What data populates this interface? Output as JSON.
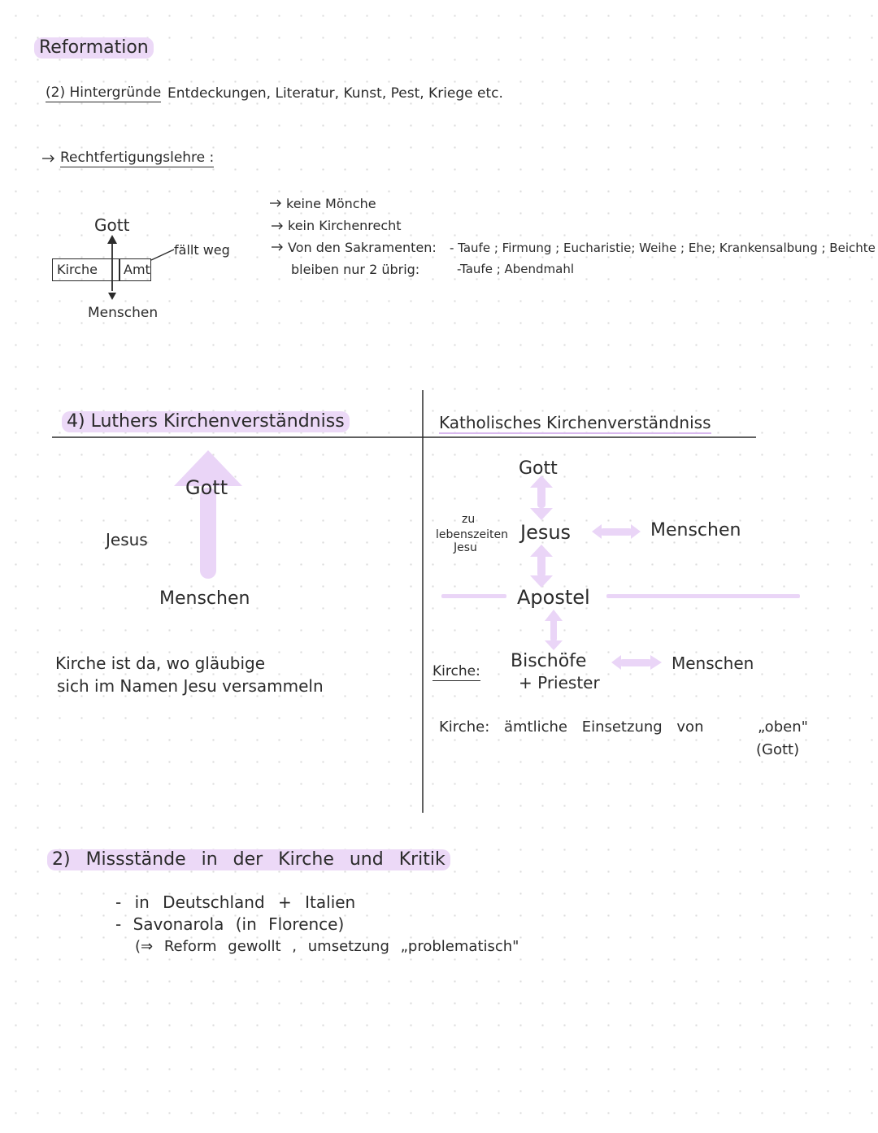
{
  "title": "Reformation",
  "section_background": {
    "heading": "(2) Hintergründe",
    "text": "Entdeckungen, Literatur, Kunst, Pest, Kriege etc."
  },
  "rechtfertigung": {
    "heading": "Rechtfertigungslehre :",
    "diagram": {
      "gott": "Gott",
      "kirche": "Kirche",
      "amt": "Amt",
      "menschen": "Menschen",
      "faellt_weg": "fällt weg"
    },
    "points": [
      "keine Mönche",
      "kein Kirchenrecht",
      "Von den Sakramenten:"
    ],
    "remaining": "bleiben nur 2 übrig:",
    "sacraments_all": "- Taufe ; Firmung ; Eucharistie; Weihe ; Ehe; Krankensalbung ; Beichte",
    "sacraments_left": "-Taufe ; Abendmahl"
  },
  "luther": {
    "heading": "4) Luthers Kirchenverständniss",
    "gott": "Gott",
    "jesus": "Jesus",
    "menschen": "Menschen",
    "definition_line1": "Kirche ist da, wo gläubige",
    "definition_line2": "sich im Namen Jesu versammeln"
  },
  "katholisch": {
    "heading": "Katholisches Kirchenverständniss",
    "gott": "Gott",
    "zu": "zu",
    "lebenszeiten": "lebenszeiten",
    "jesu": "Jesu",
    "jesus": "Jesus",
    "menschen_1": "Menschen",
    "apostel": "Apostel",
    "kirche_label": "Kirche:",
    "bischoefe": "Bischöfe",
    "priester": "+ Priester",
    "menschen_2": "Menschen",
    "einsetzung": "Kirche: ämtliche Einsetzung von",
    "oben": "„oben\"",
    "gott_paren": "(Gott)"
  },
  "missstaende": {
    "heading": "2) Missstände in der Kirche und Kritik",
    "line1": "- in Deutschland + Italien",
    "line2": "- Savonarola (in Florence)",
    "line3": "(⇒ Reform gewollt , umsetzung „problematisch\"",
    "arrow": "→"
  },
  "colors": {
    "highlight": "#ecd9f7",
    "arrow": "#ead5f7",
    "ink": "#2b2b2b"
  }
}
